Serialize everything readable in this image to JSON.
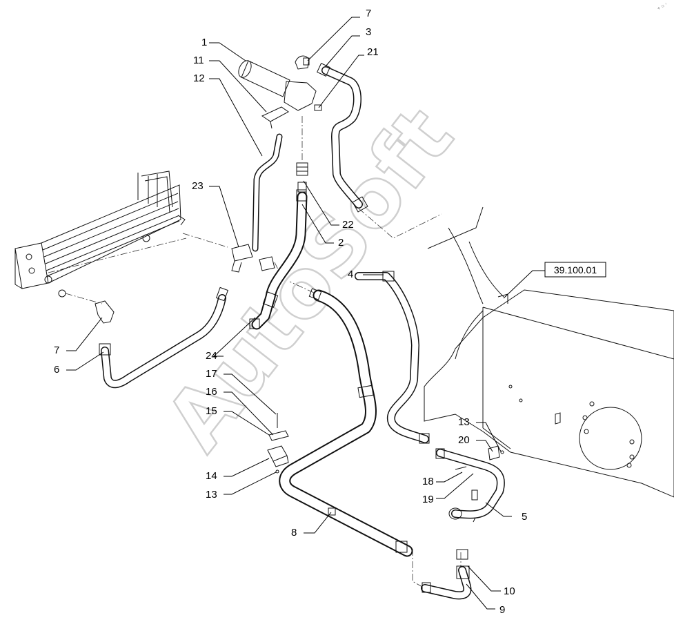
{
  "diagram": {
    "reference_label": "39.100.01",
    "watermark": "AutoSoft",
    "corner_mark": "+ ▫ ◦",
    "callouts": [
      "7",
      "3",
      "21",
      "1",
      "11",
      "12",
      "23",
      "22",
      "2",
      "4",
      "7",
      "6",
      "24",
      "17",
      "16",
      "15",
      "14",
      "13",
      "8",
      "13",
      "20",
      "18",
      "19",
      "5",
      "10",
      "9"
    ]
  },
  "colors": {
    "line": "#111111",
    "watermark": "#cfcfcf",
    "background": "#ffffff"
  }
}
